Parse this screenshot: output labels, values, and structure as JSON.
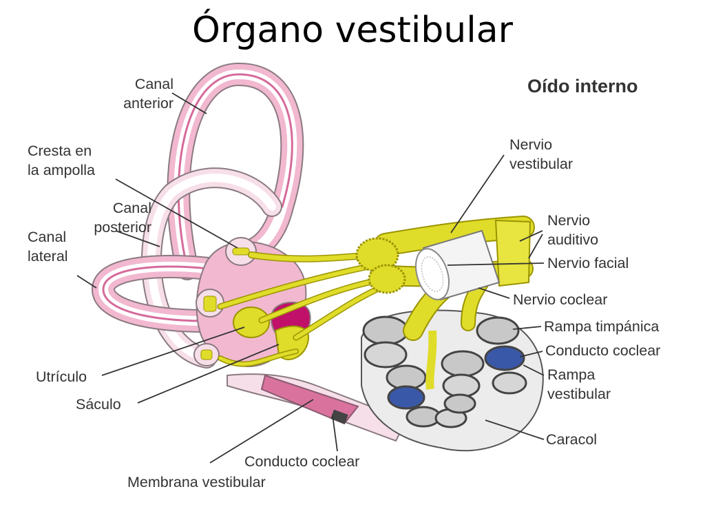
{
  "slide": {
    "title": "Órgano vestibular"
  },
  "figure": {
    "heading": "Oído interno",
    "labels": {
      "canal_anterior": [
        "Canal",
        "anterior"
      ],
      "cresta_ampolla": [
        "Cresta en",
        "la ampolla"
      ],
      "canal_posterior": [
        "Canal",
        "posterior"
      ],
      "canal_lateral": [
        "Canal",
        "lateral"
      ],
      "utriculo": "Utrículo",
      "saculo": "Sáculo",
      "conducto_coclear_bottom": "Conducto coclear",
      "membrana_vestibular": "Membrana vestibular",
      "nervio_vestibular": [
        "Nervio",
        "vestibular"
      ],
      "nervio_auditivo": [
        "Nervio",
        "auditivo"
      ],
      "nervio_facial": "Nervio facial",
      "nervio_coclear": "Nervio coclear",
      "rampa_timpanica": "Rampa timpánica",
      "conducto_coclear_right": "Conducto coclear",
      "rampa_vestibular": [
        "Rampa",
        "vestibular"
      ],
      "caracol": "Caracol"
    }
  },
  "colors": {
    "canal_pink": "#f2b8d0",
    "canal_outline": "#8a7a80",
    "nerve_yellow": "#e0dc2a",
    "nerve_dark": "#9a9400",
    "cochlea_gray": "#c8c8c8",
    "blue_duct": "#3a58a8",
    "magenta": "#c0106a"
  }
}
